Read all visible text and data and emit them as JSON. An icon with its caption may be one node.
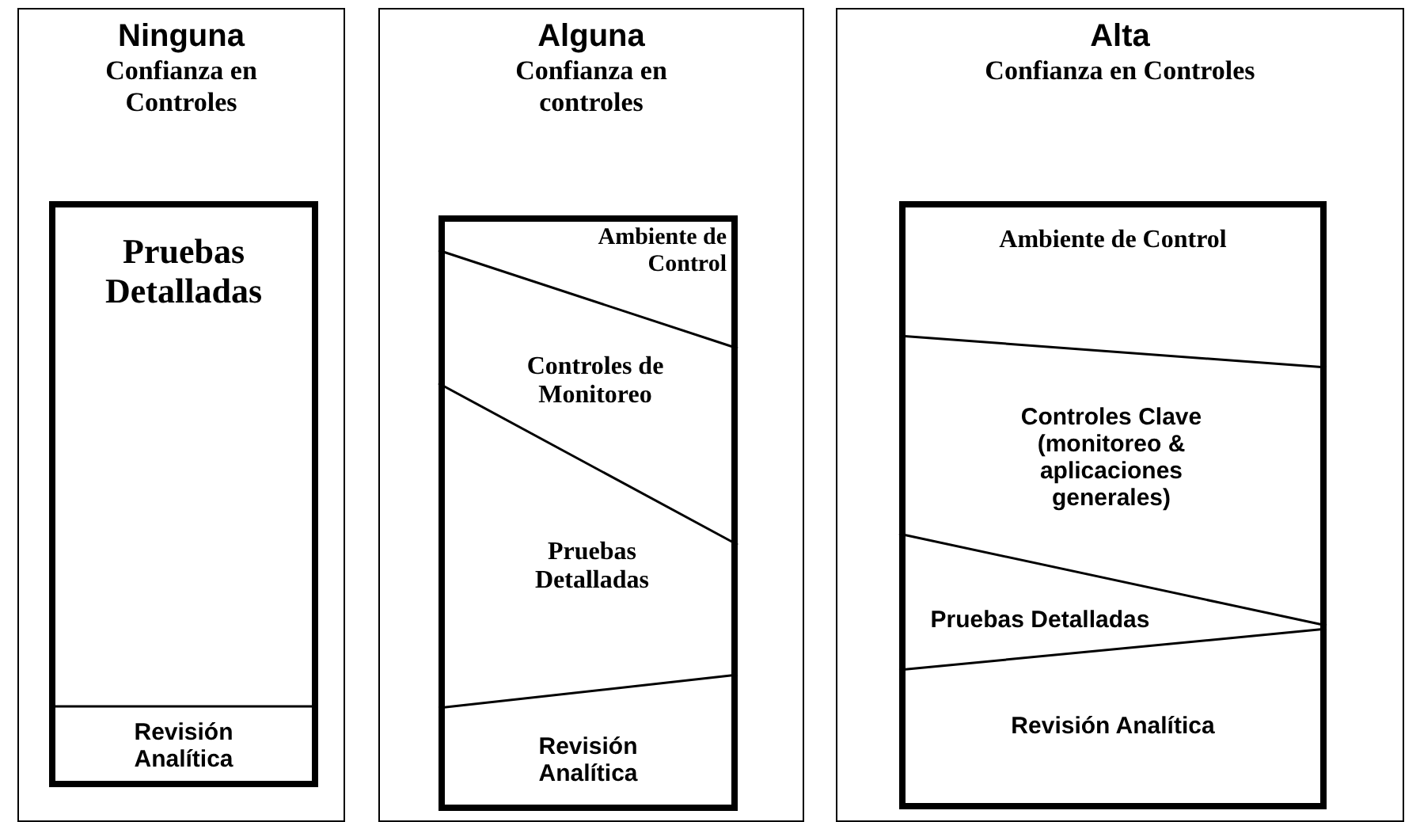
{
  "diagram": {
    "nodes": [
      {
        "text": [
          "Ninguna",
          "Confianza en Controles"
        ]
      },
      {
        "text": [],
        "shape": "box",
        "in": 0
      },
      {
        "text": [
          "Pruebas Detalladas"
        ],
        "in": 1
      },
      {
        "text": [
          "Revisión Analítica"
        ],
        "in": 1
      },
      {
        "text": [
          "Alguna",
          "Confianza en controles"
        ]
      },
      {
        "text": [],
        "shape": "box",
        "in": 4
      },
      {
        "text": [
          "Ambiente de Control"
        ],
        "in": 5
      },
      {
        "text": [
          "Controles de Monitoreo"
        ],
        "in": 5
      },
      {
        "text": [
          "Pruebas Detalladas"
        ],
        "in": 5
      },
      {
        "text": [
          "Revisión Analítica"
        ],
        "in": 5
      },
      {
        "text": [
          "Alta",
          "Confianza en Controles"
        ]
      },
      {
        "text": [],
        "shape": "box",
        "in": 10
      },
      {
        "text": [
          "Ambiente de Control"
        ],
        "in": 11
      },
      {
        "text": [
          "Controles Clave (monitoreo & aplicaciones generales)"
        ],
        "in": 11
      },
      {
        "text": [
          "Pruebas Detalladas"
        ],
        "in": 11
      },
      {
        "text": [
          "Revisión Analítica"
        ],
        "in": 11
      }
    ]
  }
}
